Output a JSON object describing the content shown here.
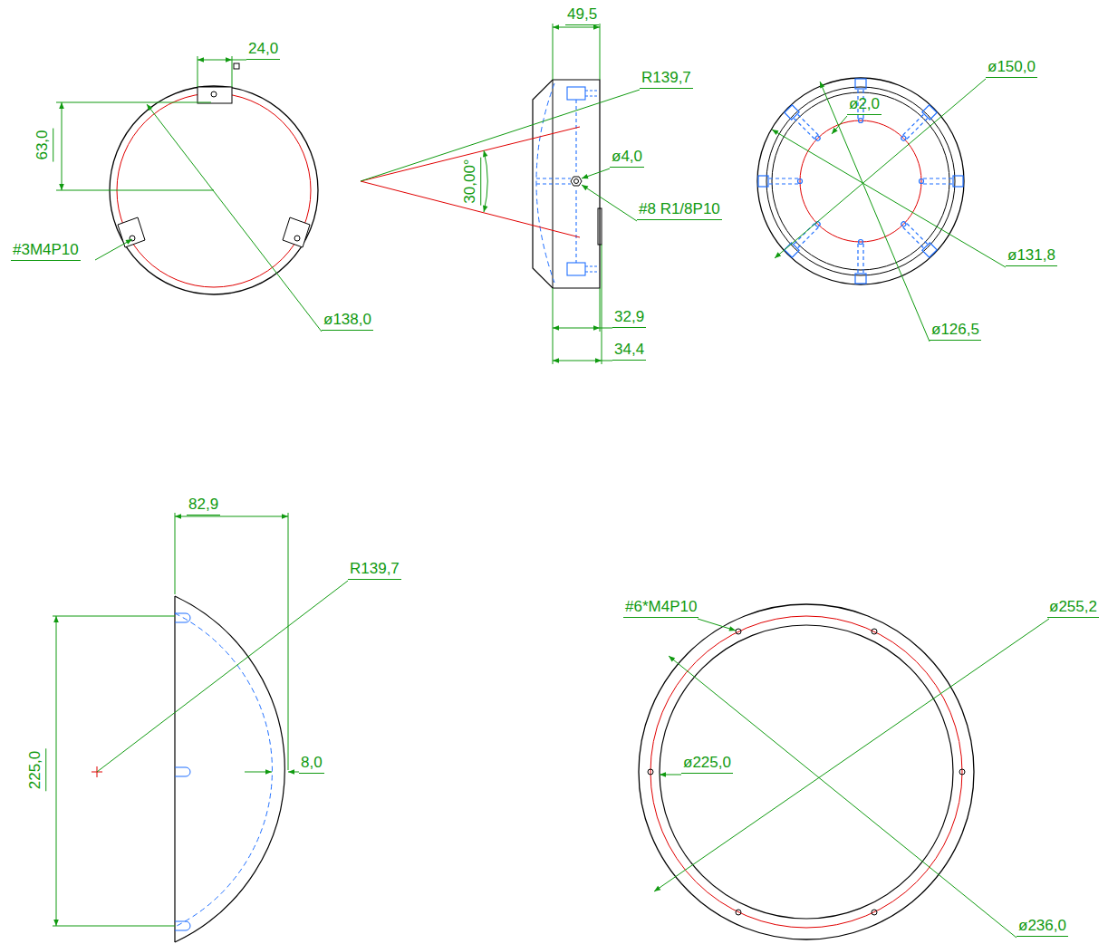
{
  "diagram": {
    "labels": [
      "24,0",
      "63,0",
      "#3M4P10",
      "ø138,0",
      "49,5",
      "R139,7",
      "30,00°",
      "ø4,0",
      "#8 R1/8P10",
      "32,9",
      "34,4",
      "ø150,0",
      "ø2,0",
      "ø131,8",
      "ø126,5",
      "82,9",
      "225,0",
      "R139,7",
      "8,0",
      "#6*M4P10",
      "ø255,2",
      "ø225,0",
      "ø236,0"
    ]
  }
}
